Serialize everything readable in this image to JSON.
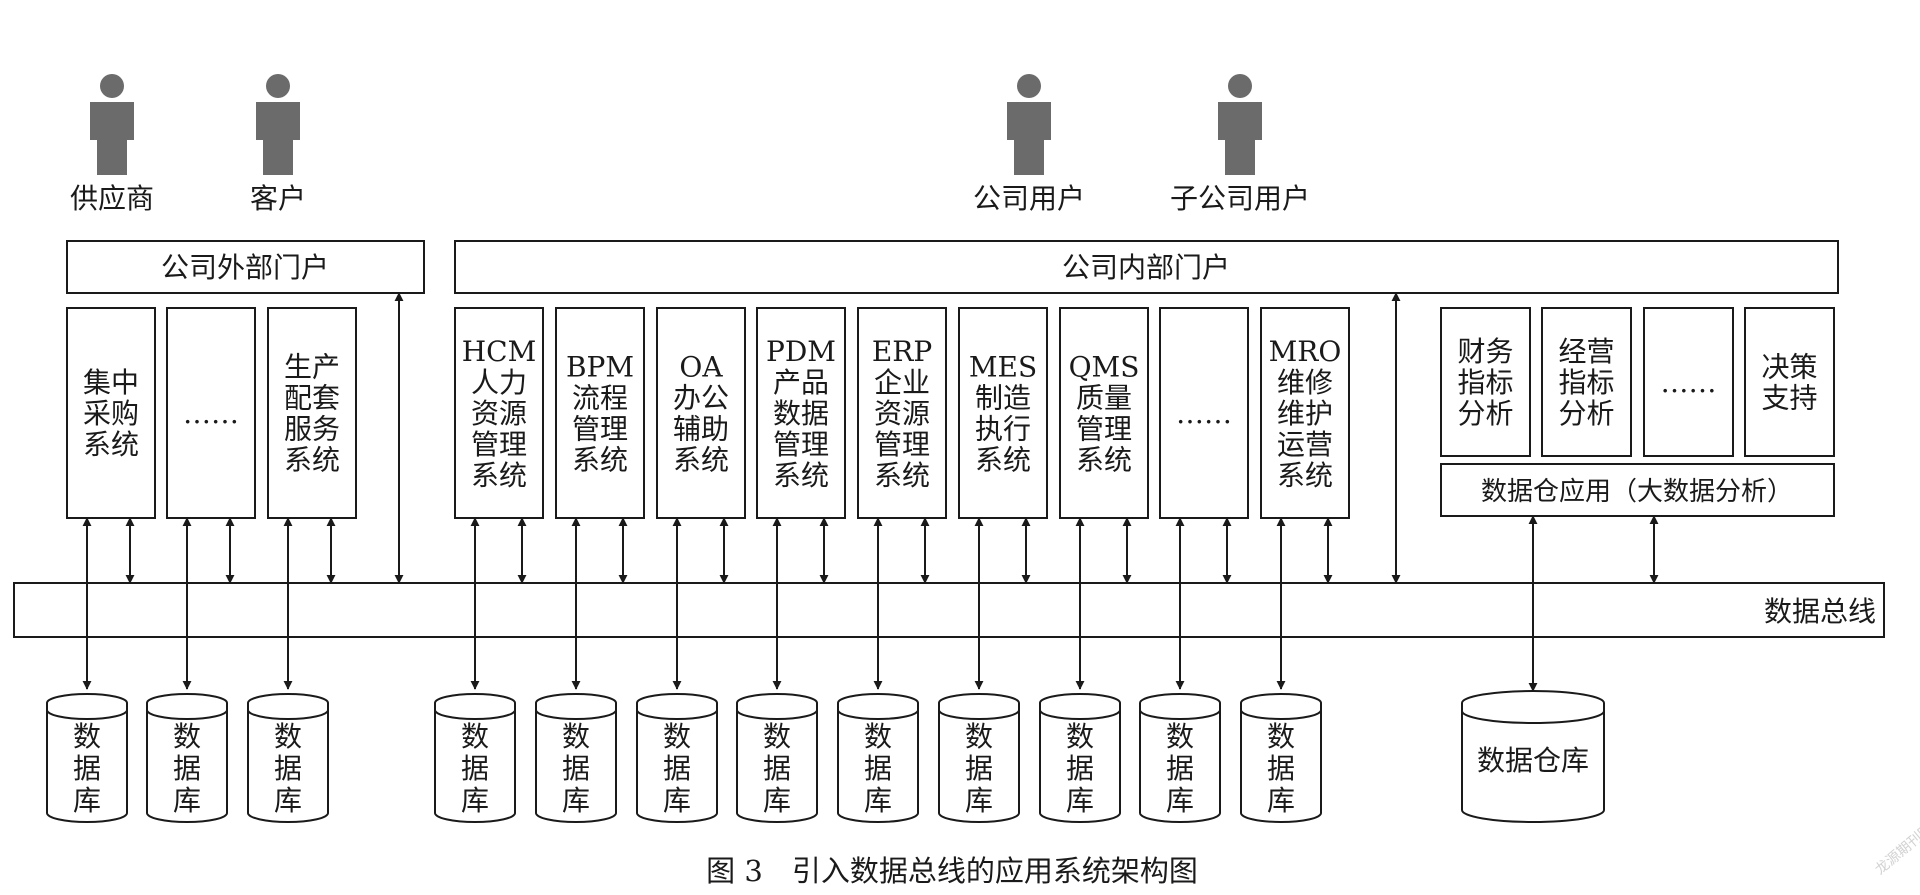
{
  "users": [
    {
      "label": "供应商"
    },
    {
      "label": "客户"
    },
    {
      "label": "公司用户"
    },
    {
      "label": "子公司用户"
    }
  ],
  "portals": {
    "external": "公司外部门户",
    "internal": "公司内部门户"
  },
  "external_systems": [
    {
      "lines": [
        "集中",
        "采购",
        "系统"
      ]
    },
    {
      "lines": [
        "……"
      ]
    },
    {
      "lines": [
        "生产",
        "配套",
        "服务",
        "系统"
      ]
    }
  ],
  "internal_systems": [
    {
      "lines": [
        "HCM",
        "人力",
        "资源",
        "管理",
        "系统"
      ]
    },
    {
      "lines": [
        "BPM",
        "流程",
        "管理",
        "系统"
      ]
    },
    {
      "lines": [
        "OA",
        "办公",
        "辅助",
        "系统"
      ]
    },
    {
      "lines": [
        "PDM",
        "产品",
        "数据",
        "管理",
        "系统"
      ]
    },
    {
      "lines": [
        "ERP",
        "企业",
        "资源",
        "管理",
        "系统"
      ]
    },
    {
      "lines": [
        "MES",
        "制造",
        "执行",
        "系统"
      ]
    },
    {
      "lines": [
        "QMS",
        "质量",
        "管理",
        "系统"
      ]
    },
    {
      "lines": [
        "……"
      ]
    },
    {
      "lines": [
        "MRO",
        "维修",
        "维护",
        "运营",
        "系统"
      ]
    }
  ],
  "analysis_apps": [
    {
      "lines": [
        "财务",
        "指标",
        "分析"
      ]
    },
    {
      "lines": [
        "经营",
        "指标",
        "分析"
      ]
    },
    {
      "lines": [
        "……"
      ]
    },
    {
      "lines": [
        "决策",
        "支持"
      ]
    }
  ],
  "warehouse_app": "数据仓应用（大数据分析）",
  "data_bus": "数据总线",
  "database_label": [
    "数",
    "据",
    "库"
  ],
  "warehouse_label": "数据仓库",
  "caption": "图 3　引入数据总线的应用系统架构图",
  "watermark": "龙源期刊网",
  "colors": {
    "line": "#1a1a1a",
    "user_icon": "#6b6b6b",
    "background": "#ffffff"
  }
}
